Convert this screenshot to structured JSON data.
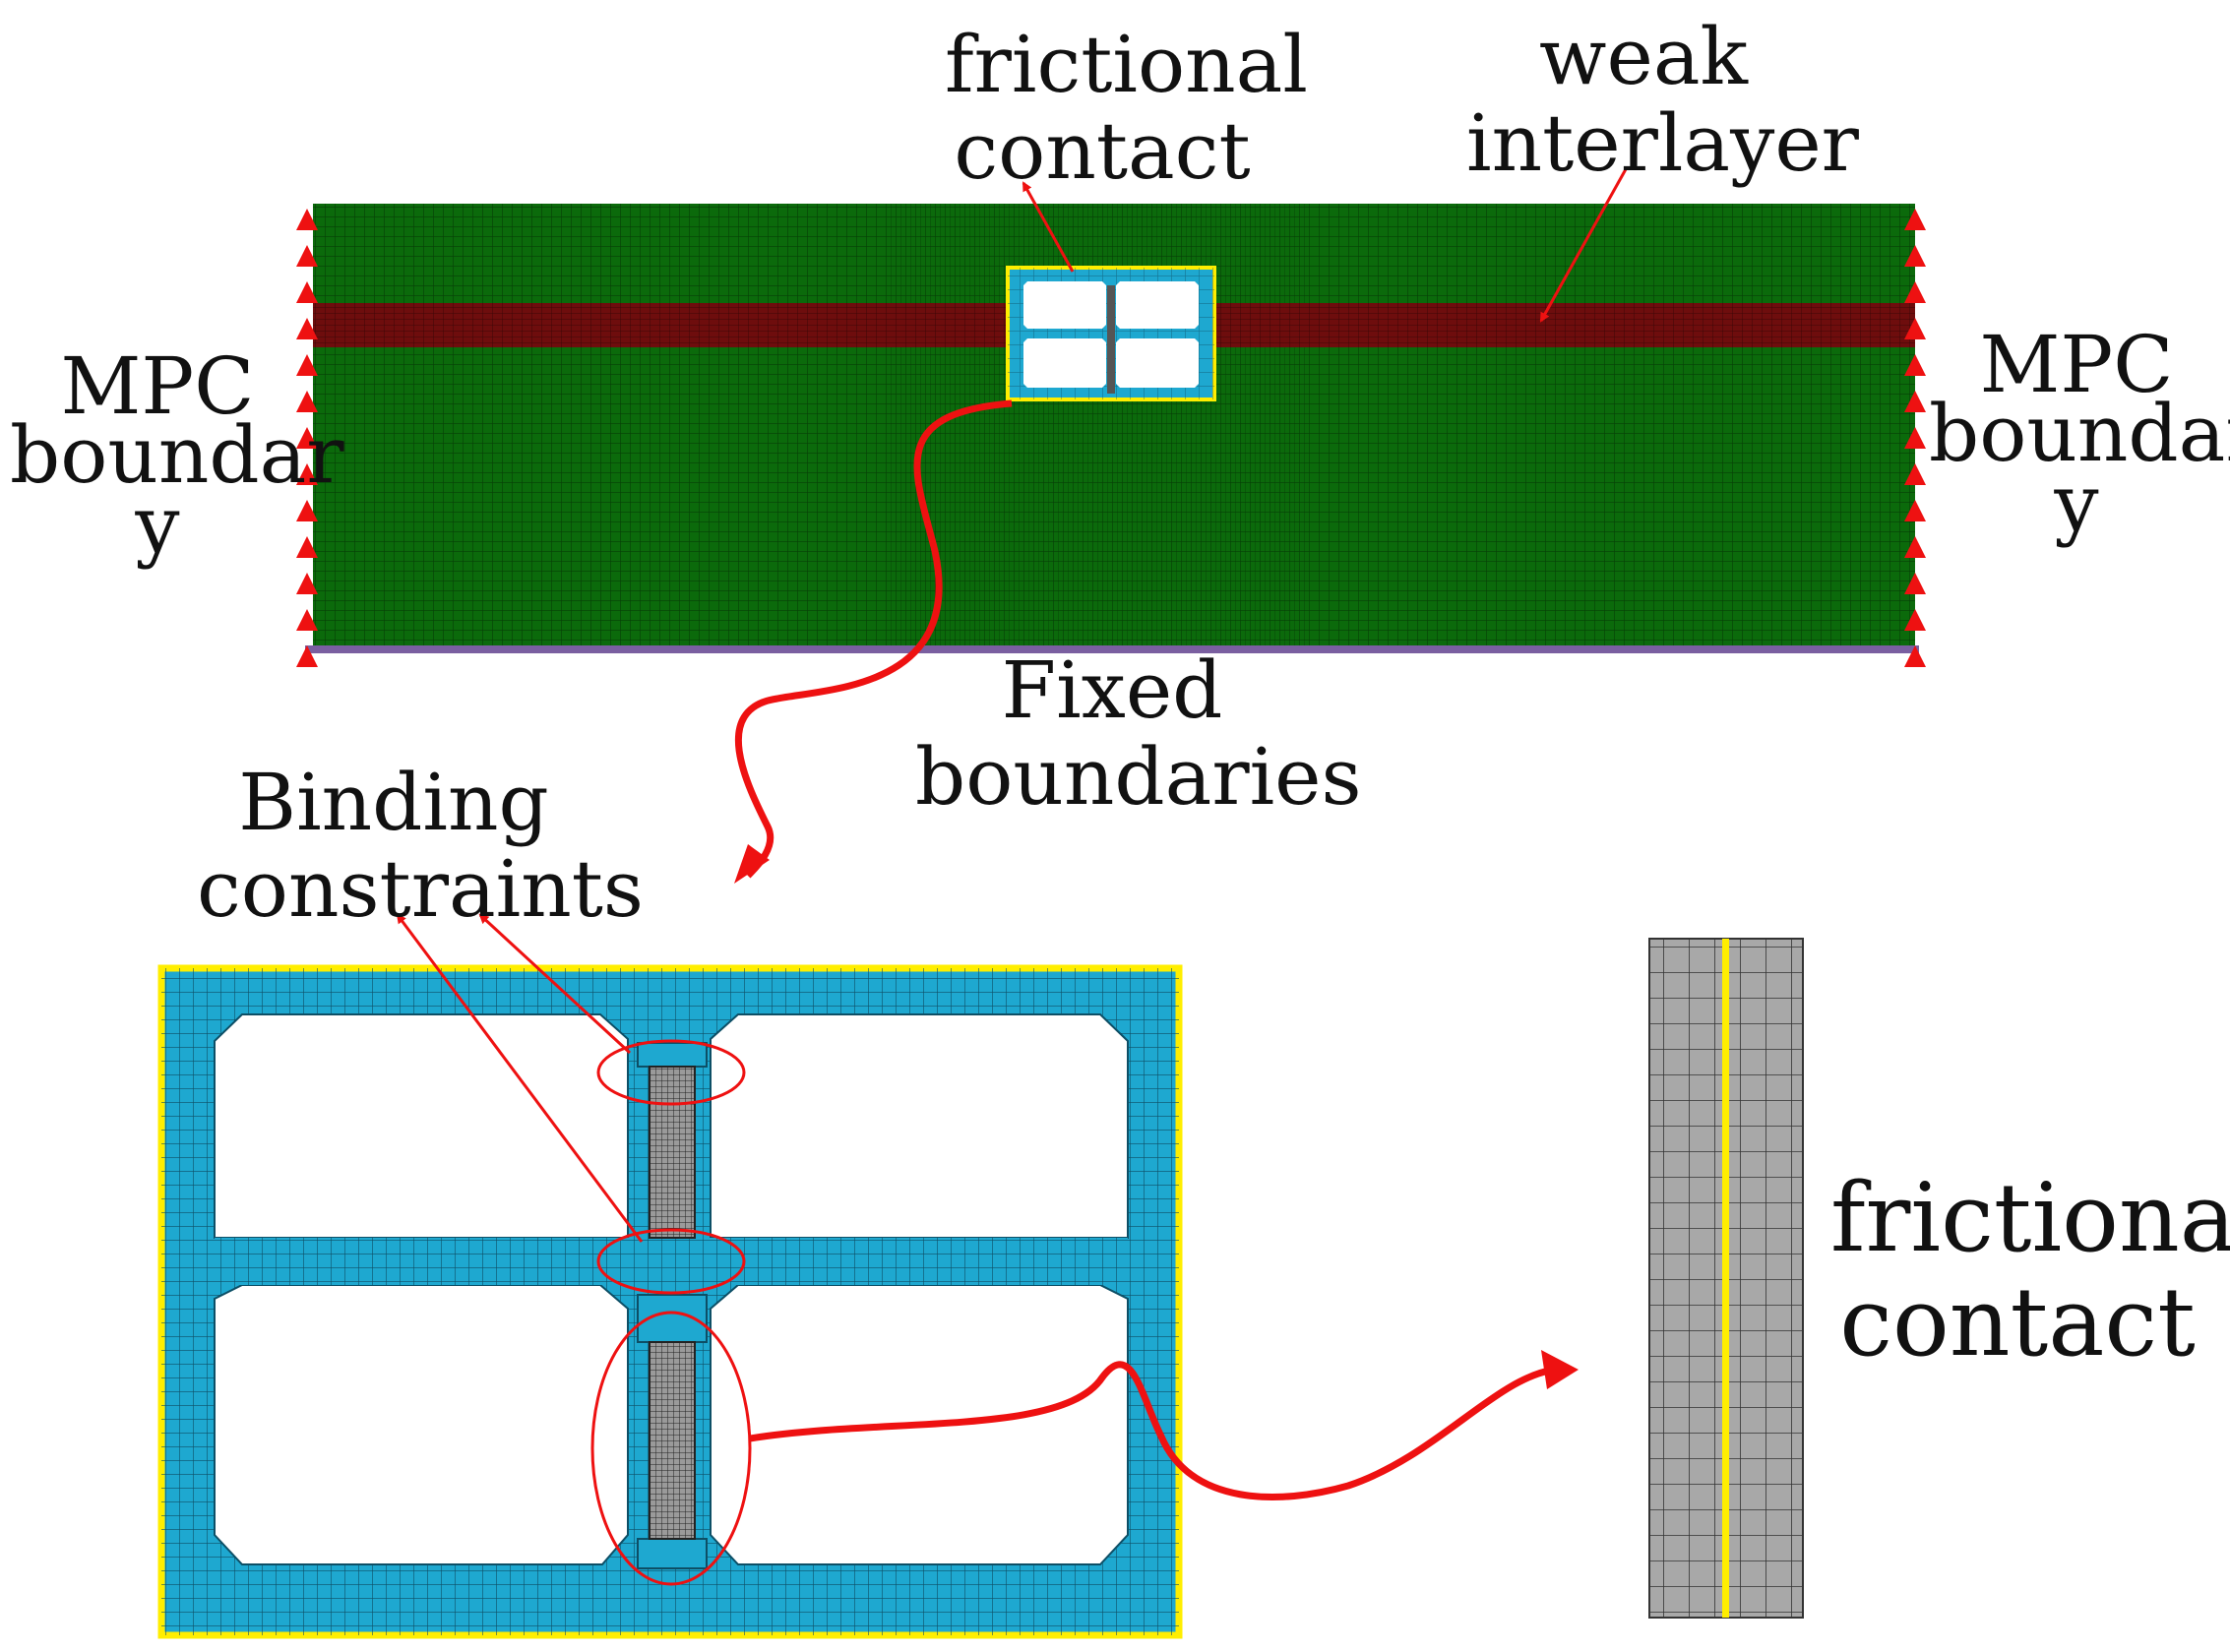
{
  "labels": {
    "top_frictional_contact": [
      "frictional",
      "contact"
    ],
    "weak_interlayer": [
      "weak",
      "interlayer"
    ],
    "mpc_left": [
      "MPC",
      "boundar",
      "y"
    ],
    "mpc_right": [
      "MPC",
      "boundar",
      "y"
    ],
    "fixed_boundaries": [
      "Fixed",
      "boundaries"
    ],
    "binding_constraints": [
      "Binding",
      "constraints"
    ],
    "bottom_frictional_contact": [
      "frictional",
      "contact"
    ]
  },
  "colors": {
    "mesh_green": "#0b6a0b",
    "interlayer_red": "#6e0d0d",
    "culvert_blue": "#1ea8d0",
    "highlight_yellow": "#ffee00",
    "arrow_red": "#ee1111",
    "gray_element": "#a6a6a6",
    "fixed_edge": "#7a5fa0"
  },
  "icons": {
    "boundary_marker": "triangle-up-icon",
    "callout_arrow": "arrow-icon"
  }
}
